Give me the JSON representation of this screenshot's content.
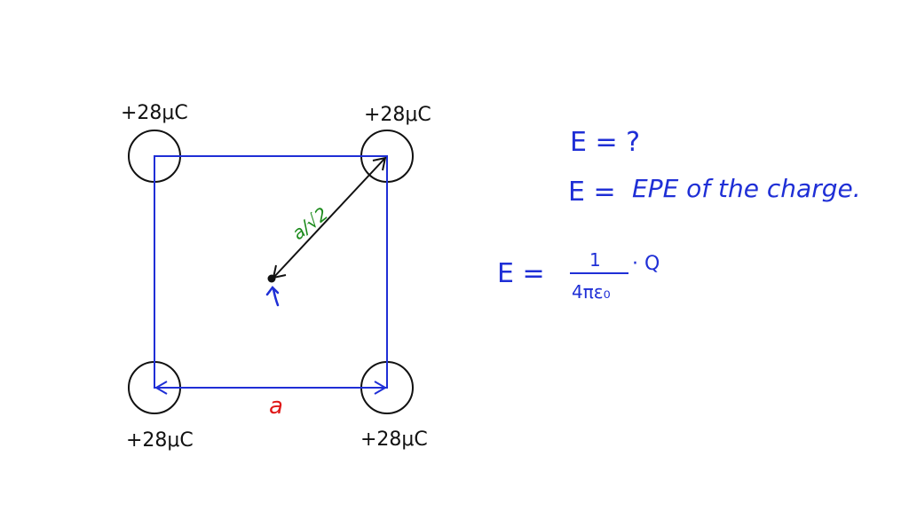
{
  "charges": {
    "top_left": "+28μC",
    "top_right": "+28μC",
    "bottom_left": "+28μC",
    "bottom_right": "+28μC"
  },
  "labels": {
    "side": "a",
    "half_diagonal": "a/√2"
  },
  "equations": {
    "line1": "E = ?",
    "line2_lhs": "E =",
    "line2_rhs": "EPE of the charge.",
    "line3_lhs": "E =",
    "line3_numerator": "1",
    "line3_denominator": "4πε₀",
    "line3_tail": "· Q"
  },
  "colors": {
    "square": "#1f2fd6",
    "ink": "#111111",
    "side_label": "#e01818",
    "diagonal_label": "#1a8a1a",
    "equation_ink": "#1f2fd6"
  }
}
